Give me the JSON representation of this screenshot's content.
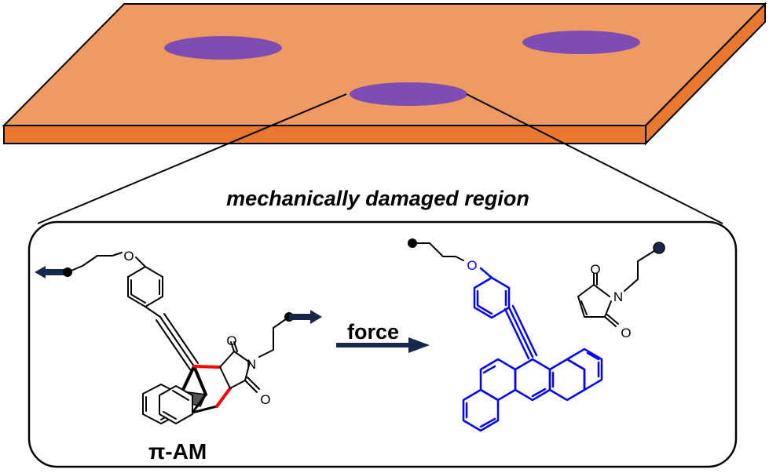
{
  "caption": "mechanically damaged region",
  "reaction": {
    "reactant_name": "π-AM",
    "arrow_label": "force"
  },
  "atoms": {
    "oxygen": "O",
    "nitrogen": "N"
  },
  "colors": {
    "slab_top": "#EE9A62",
    "slab_side": "#E8782E",
    "damaged_spot": "#7E4DB1",
    "product_fluorophore": "#0000FF",
    "bond_broken": "#FF0000",
    "force_arrow": "#18284A",
    "ink": "#000000"
  }
}
